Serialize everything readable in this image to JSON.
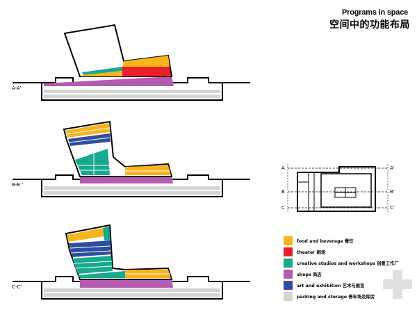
{
  "header": {
    "title_en": "Programs in space",
    "title_zh": "空间中的功能布局"
  },
  "sections": [
    {
      "label": "A-A'"
    },
    {
      "label": "B-B '"
    },
    {
      "label": "C-C'"
    }
  ],
  "key_plan": {
    "labels_left": [
      "A",
      "B",
      "C"
    ],
    "labels_right": [
      "A'",
      "B'",
      "C'"
    ]
  },
  "legend": [
    {
      "label": "food and beverage  餐饮",
      "color": "#f6b51c"
    },
    {
      "label": "theater  剧场",
      "color": "#e8202a"
    },
    {
      "label": "creative studios and workshops  创意工作厂",
      "color": "#18a98f"
    },
    {
      "label": "shops  商店",
      "color": "#b45bb0"
    },
    {
      "label": "art and exhibition  艺术与展览",
      "color": "#2f4e9f"
    },
    {
      "label": "parking and storage  停车场及库房",
      "color": "#d4d4d4"
    }
  ],
  "colors": {
    "food": "#f6b51c",
    "theater": "#e8202a",
    "studios": "#18a98f",
    "shops": "#b45bb0",
    "art": "#2f4e9f",
    "parking": "#d4d4d4",
    "watermark": "#e0e0e0"
  }
}
